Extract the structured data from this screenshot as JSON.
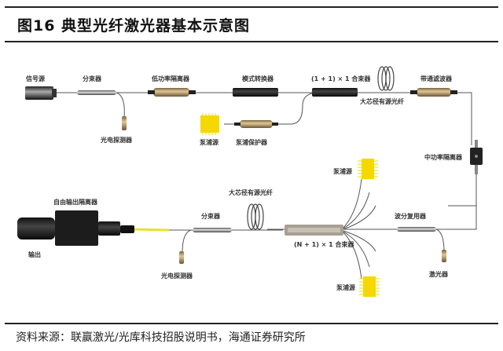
{
  "header": {
    "title": "图16 典型光纤激光器基本示意图"
  },
  "footer": {
    "source": "资料来源：联赢激光/光库科技招股说明书，海通证券研究所"
  },
  "diagram": {
    "labels": {
      "signal_source": "信号源",
      "splitter_top": "分束器",
      "low_power_isolator": "低功率隔离器",
      "mode_converter": "模式转换器",
      "combiner_1p1": "(1 + 1) × 1 合束器",
      "bandpass_filter": "带通滤波器",
      "large_core_fiber_top": "大芯径有源光纤",
      "photodetector_top": "光电探测器",
      "pump_source_top": "泵浦源",
      "pump_protector": "泵浦保护器",
      "mid_power_isolator": "中功率隔离器",
      "pump_source_mid": "泵浦源",
      "wdm": "波分复用器",
      "laser": "激光器",
      "combiner_np1": "(N + 1) × 1 合束器",
      "large_core_fiber_bottom": "大芯径有源光纤",
      "splitter_bottom": "分束器",
      "free_output_isolator": "自由输出隔离器",
      "output": "输出",
      "photodetector_bottom": "光电探测器",
      "pump_source_bottom": "泵浦源"
    },
    "colors": {
      "fiber": "#555555",
      "pump": "#f5d800",
      "brass": "#b89a62",
      "dark_component": "#2a2a2a",
      "yellow_fiber": "#e8e030"
    }
  }
}
